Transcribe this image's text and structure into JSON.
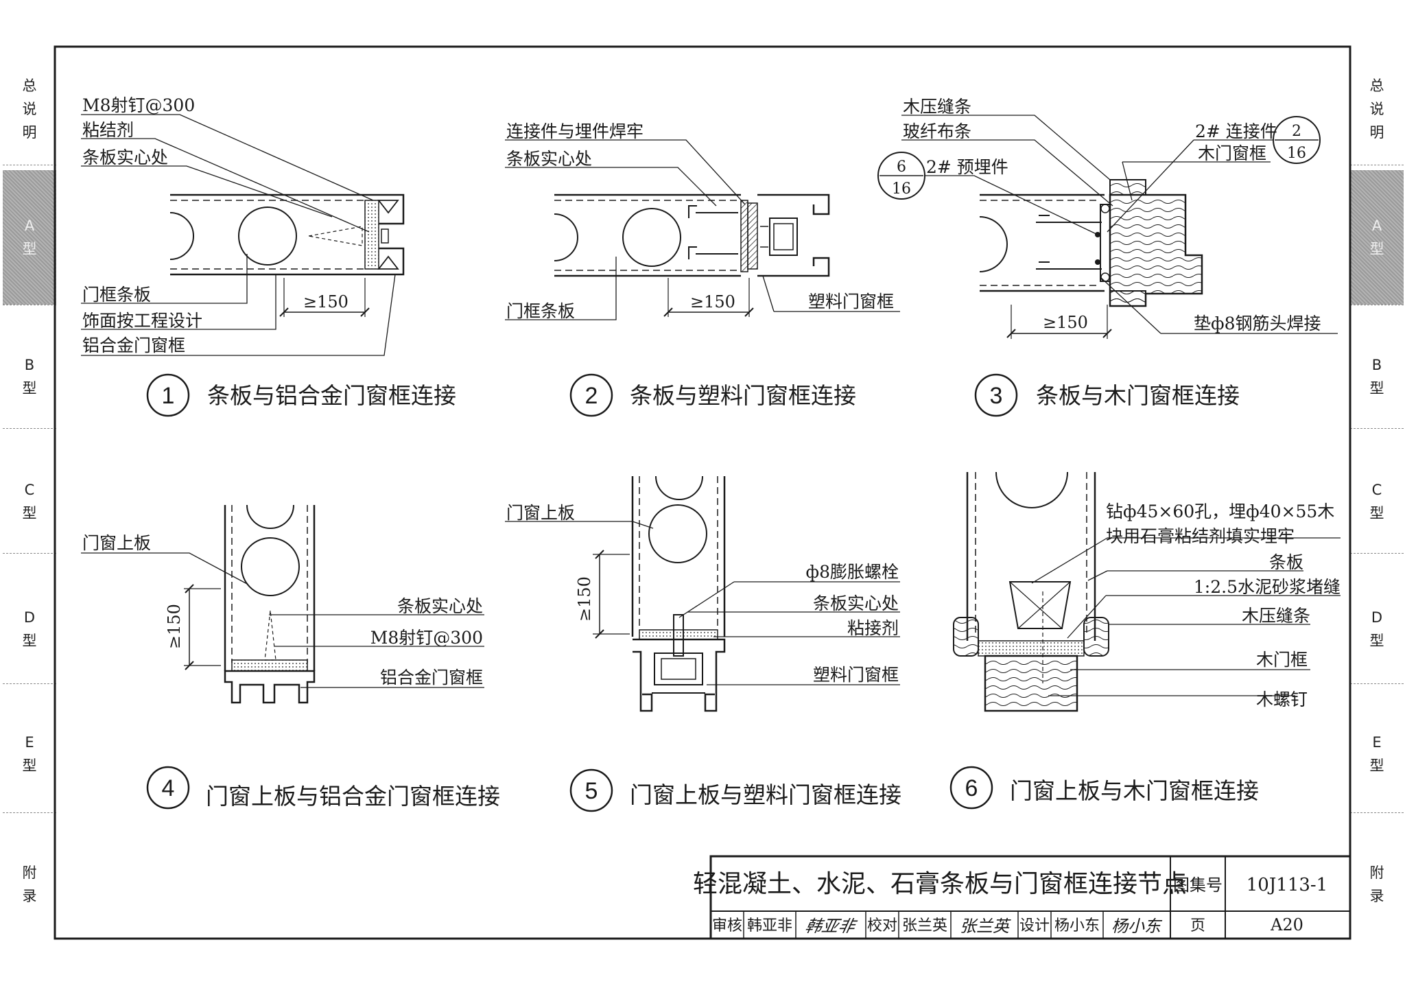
{
  "side_tabs": [
    {
      "chars": [
        "总",
        "说",
        "明"
      ],
      "active": false
    },
    {
      "chars": [
        "A",
        "型"
      ],
      "active": true
    },
    {
      "chars": [
        "B",
        "型"
      ],
      "active": false
    },
    {
      "chars": [
        "C",
        "型"
      ],
      "active": false
    },
    {
      "chars": [
        "D",
        "型"
      ],
      "active": false
    },
    {
      "chars": [
        "E",
        "型"
      ],
      "active": false
    },
    {
      "chars": [
        "附",
        "录"
      ],
      "active": false
    }
  ],
  "details": [
    {
      "number": "1",
      "title": "条板与铝合金门窗框连接",
      "labels": [
        "M8射钉@300",
        "粘结剂",
        "条板实心处",
        "门框条板",
        "饰面按工程设计",
        "铝合金门窗框",
        "≥150"
      ]
    },
    {
      "number": "2",
      "title": "条板与塑料门窗框连接",
      "labels": [
        "连接件与埋件焊牢",
        "条板实心处",
        "门框条板",
        "≥150",
        "塑料门窗框"
      ]
    },
    {
      "number": "3",
      "title": "条板与木门窗框连接",
      "labels": [
        "木压缝条",
        "玻纤布条",
        "2# 预埋件",
        "2# 连接件",
        "木门窗框",
        "≥150",
        "垫ф8钢筋头焊接"
      ],
      "refs": [
        {
          "top": "6",
          "bottom": "16"
        },
        {
          "top": "2",
          "bottom": "16"
        }
      ]
    },
    {
      "number": "4",
      "title": "门窗上板与铝合金门窗框连接",
      "labels": [
        "门窗上板",
        "≥150",
        "条板实心处",
        "M8射钉@300",
        "铝合金门窗框"
      ]
    },
    {
      "number": "5",
      "title": "门窗上板与塑料门窗框连接",
      "labels": [
        "门窗上板",
        "≥150",
        "ф8膨胀螺栓",
        "条板实心处",
        "粘接剂",
        "塑料门窗框"
      ]
    },
    {
      "number": "6",
      "title": "门窗上板与木门窗框连接",
      "labels": [
        "钻ф45×60孔，埋ф40×55木",
        "块用石膏粘结剂填实埋牢",
        "条板",
        "1:2.5水泥砂浆堵缝",
        "木压缝条",
        "木门框",
        "木螺钉"
      ]
    }
  ],
  "title_block": {
    "title": "轻混凝土、水泥、石膏条板与门窗框连接节点",
    "atlas_label": "图集号",
    "atlas_no": "10J113-1",
    "review_label": "审核",
    "reviewer": "韩亚非",
    "reviewer_sign": "韩亚非",
    "check_label": "校对",
    "checker": "张兰英",
    "checker_sign": "张兰英",
    "design_label": "设计",
    "designer": "杨小东",
    "designer_sign": "杨小东",
    "page_label": "页",
    "page_no": "A20"
  },
  "colors": {
    "ink": "#1a1a1a",
    "tab_active": "#a6a6a6",
    "paper": "#ffffff"
  }
}
